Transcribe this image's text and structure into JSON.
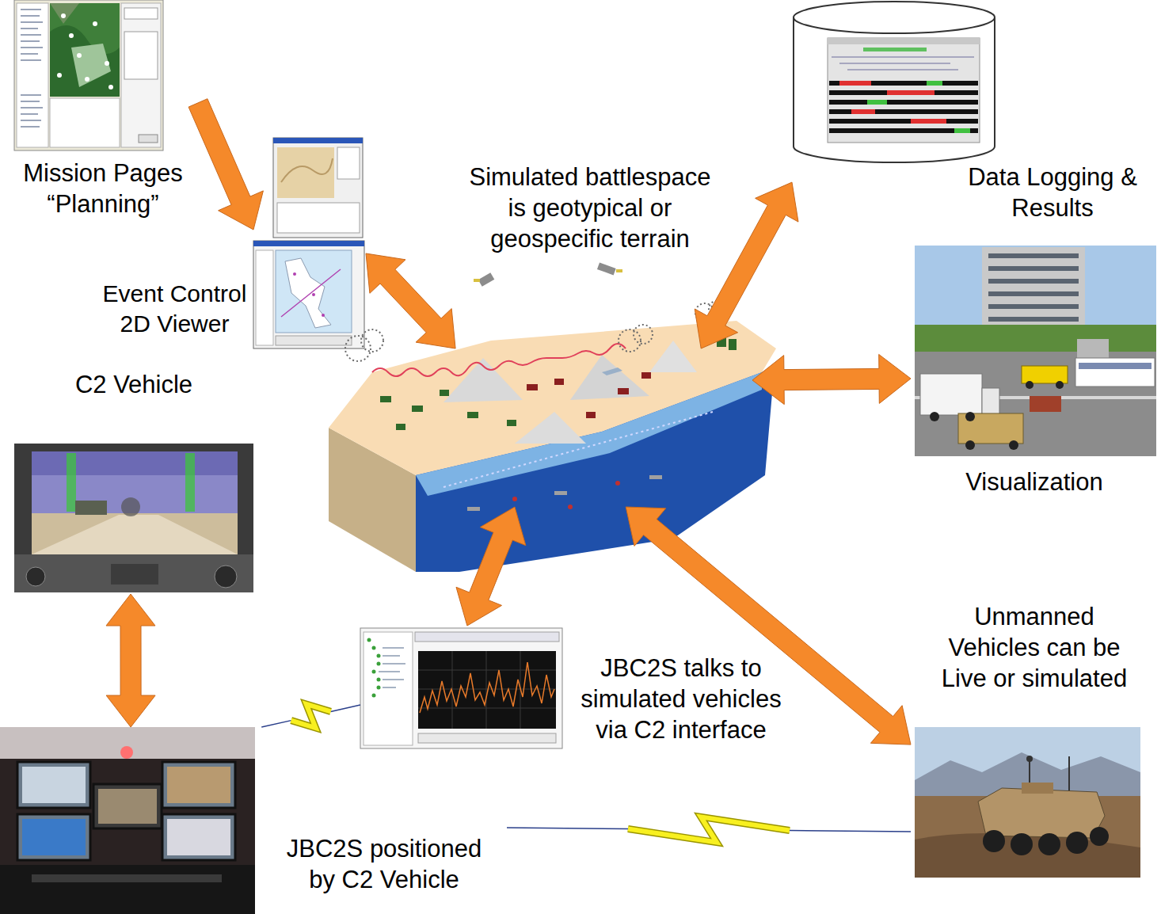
{
  "diagram": {
    "nodes": [
      {
        "text": [
          "Mission Pages “Planning”"
        ]
      },
      {
        "text": [
          "Event Control 2D Viewer"
        ]
      },
      {
        "text": [
          "Simulated battlespace is geotypical or geospecific terrain"
        ]
      },
      {
        "text": [
          "Data Logging & Results"
        ]
      },
      {
        "text": [
          "Visualization"
        ]
      },
      {
        "text": [
          "C2 Vehicle"
        ]
      },
      {
        "text": [
          "JBC2S positioned by C2 Vehicle"
        ]
      },
      {
        "text": [
          "JBC2S talks to simulated vehicles via C2 interface"
        ]
      },
      {
        "text": [
          "Unmanned Vehicles can be Live or simulated"
        ]
      }
    ],
    "edges": [
      {
        "from": 0,
        "to": 1,
        "arrow": "to"
      },
      {
        "from": 1,
        "to": 2,
        "arrow": "both"
      },
      {
        "from": 2,
        "to": 3,
        "arrow": "both"
      },
      {
        "from": 2,
        "to": 4,
        "arrow": "both"
      },
      {
        "from": 5,
        "to": 6,
        "arrow": "both"
      },
      {
        "from": 2,
        "to": 7,
        "arrow": "both"
      },
      {
        "from": 2,
        "to": 8,
        "arrow": "both"
      },
      {
        "from": 6,
        "to": 7,
        "arrow": "none"
      },
      {
        "from": 6,
        "to": 8,
        "arrow": "none"
      }
    ]
  }
}
